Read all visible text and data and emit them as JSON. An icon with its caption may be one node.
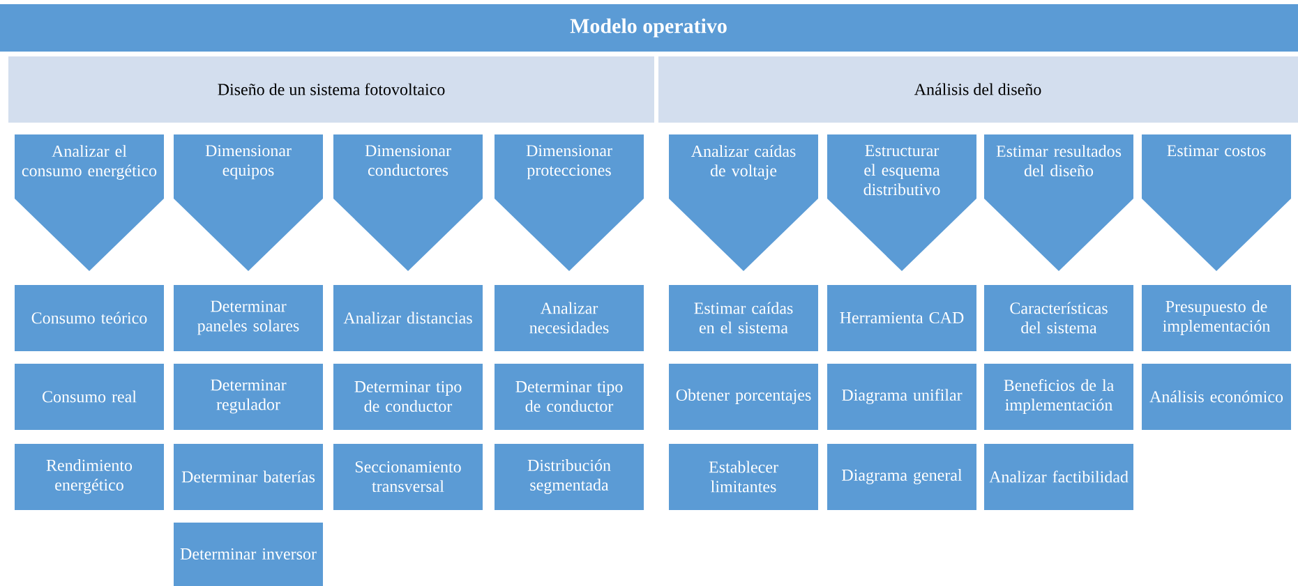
{
  "diagram": {
    "nodes": [
      {
        "text": [
          "Modelo operativo"
        ]
      },
      {
        "text": [
          "Diseño de un sistema fotovoltaico"
        ]
      },
      {
        "text": [
          "Análisis del diseño"
        ]
      },
      {
        "text": [
          "Analizar el consumo energético"
        ]
      },
      {
        "text": [
          "Dimensionar equipos"
        ]
      },
      {
        "text": [
          "Dimensionar conductores"
        ]
      },
      {
        "text": [
          "Dimensionar protecciones"
        ]
      },
      {
        "text": [
          "Analizar caídas de voltaje"
        ]
      },
      {
        "text": [
          "Estructurar el esquema distributivo"
        ]
      },
      {
        "text": [
          "Estimar resultados del diseño"
        ]
      },
      {
        "text": [
          "Estimar costos"
        ]
      },
      {
        "text": [
          "Consumo teórico"
        ]
      },
      {
        "text": [
          "Consumo real"
        ]
      },
      {
        "text": [
          "Rendimiento energético"
        ]
      },
      {
        "text": [
          "Determinar paneles solares"
        ]
      },
      {
        "text": [
          "Determinar regulador"
        ]
      },
      {
        "text": [
          "Determinar baterías"
        ]
      },
      {
        "text": [
          "Determinar inversor"
        ]
      },
      {
        "text": [
          "Analizar distancias"
        ]
      },
      {
        "text": [
          "Determinar tipo de conductor"
        ]
      },
      {
        "text": [
          "Seccionamiento transversal"
        ]
      },
      {
        "text": [
          "Analizar necesidades"
        ]
      },
      {
        "text": [
          "Determinar tipo de conductor"
        ]
      },
      {
        "text": [
          "Distribución segmentada"
        ]
      },
      {
        "text": [
          "Estimar caídas en el sistema"
        ]
      },
      {
        "text": [
          "Obtener porcentajes"
        ]
      },
      {
        "text": [
          "Establecer limitantes"
        ]
      },
      {
        "text": [
          "Herramienta CAD"
        ]
      },
      {
        "text": [
          "Diagrama unifilar"
        ]
      },
      {
        "text": [
          "Diagrama general"
        ]
      },
      {
        "text": [
          "Características del sistema"
        ]
      },
      {
        "text": [
          "Beneficios de la implementación"
        ]
      },
      {
        "text": [
          "Analizar factibilidad"
        ]
      },
      {
        "text": [
          "Presupuesto de implementación"
        ]
      },
      {
        "text": [
          "Análisis económico"
        ]
      }
    ]
  }
}
